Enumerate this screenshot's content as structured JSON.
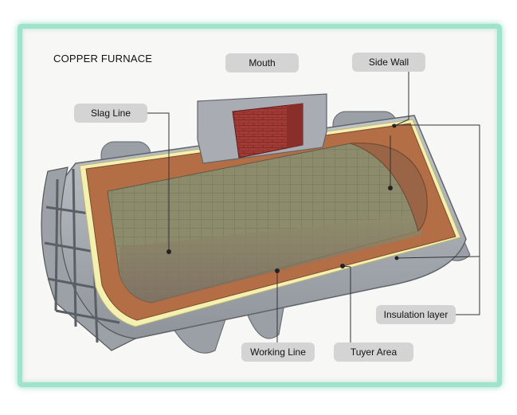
{
  "diagram": {
    "title": "COPPER FURNACE",
    "labels": {
      "mouth": "Mouth",
      "side_wall": "Side Wall",
      "slag_line": "Slag Line",
      "insulation_layer": "Insulation layer",
      "working_line": "Working Line",
      "tuyer_area": "Tuyer Area"
    },
    "colors": {
      "frame_border": "#9fe3cc",
      "steel_shell": "#a9adb3",
      "insulation": "#f3f0b0",
      "firebrick": "#b36e45",
      "working_lining": "#8f8f6e",
      "mouth_brick": "#a23a36",
      "label_box": "#d4d4d4"
    }
  }
}
